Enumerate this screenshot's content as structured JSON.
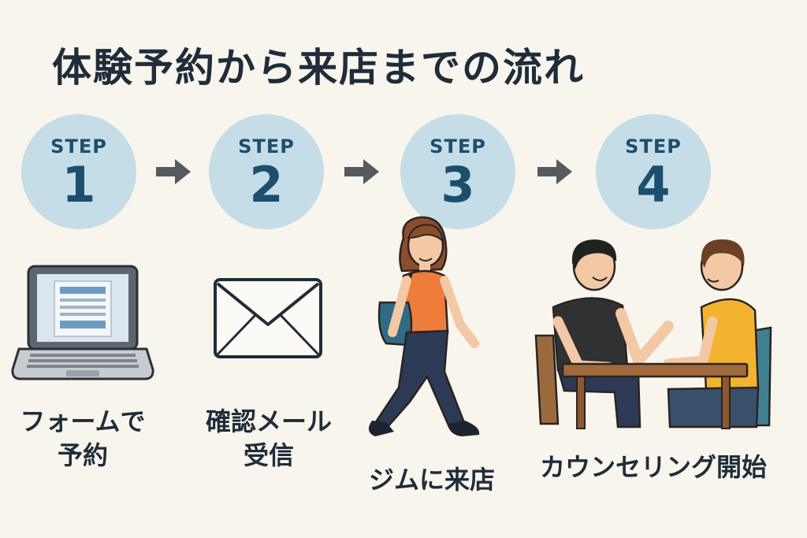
{
  "title": "体験予約から来店までの流れ",
  "steps": [
    {
      "label": "STEP",
      "number": "1",
      "caption_lines": [
        "フォームで",
        "予約"
      ],
      "icon": "laptop-icon"
    },
    {
      "label": "STEP",
      "number": "2",
      "caption_lines": [
        "確認メール",
        "受信"
      ],
      "icon": "envelope-icon"
    },
    {
      "label": "STEP",
      "number": "3",
      "caption_lines": [
        "ジムに来店"
      ],
      "icon": "walking-woman-illustration"
    },
    {
      "label": "STEP",
      "number": "4",
      "caption_lines": [
        "カウンセリング開始"
      ],
      "icon": "counseling-illustration"
    }
  ],
  "colors": {
    "background": "#f8f5ec",
    "circle": "#c4dde6",
    "step_text": "#1c4f6e",
    "text": "#1f2d3a",
    "arrow": "#555a5e"
  }
}
